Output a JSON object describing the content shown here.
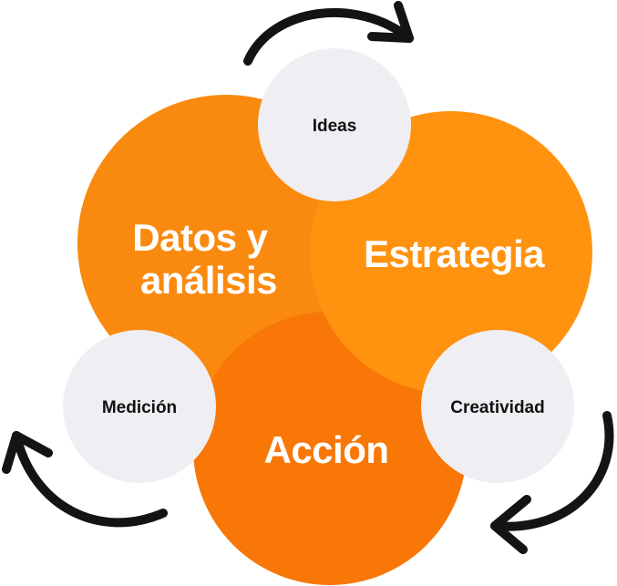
{
  "diagram": {
    "main_circles": [
      {
        "id": "datos",
        "lines": [
          "Datos y",
          "análisis"
        ],
        "color": "#F98A0F"
      },
      {
        "id": "estrategia",
        "lines": [
          "Estrategia"
        ],
        "color": "#FF920F"
      },
      {
        "id": "accion",
        "lines": [
          "Acción"
        ],
        "color": "#F97706"
      }
    ],
    "small_circles": [
      {
        "id": "ideas",
        "label": "Ideas"
      },
      {
        "id": "creatividad",
        "label": "Creatividad"
      },
      {
        "id": "medicion",
        "label": "Medición"
      }
    ],
    "colors": {
      "small_circle": "#EFEFF3",
      "arrow": "#141414",
      "background": "#FFFFFF"
    }
  }
}
